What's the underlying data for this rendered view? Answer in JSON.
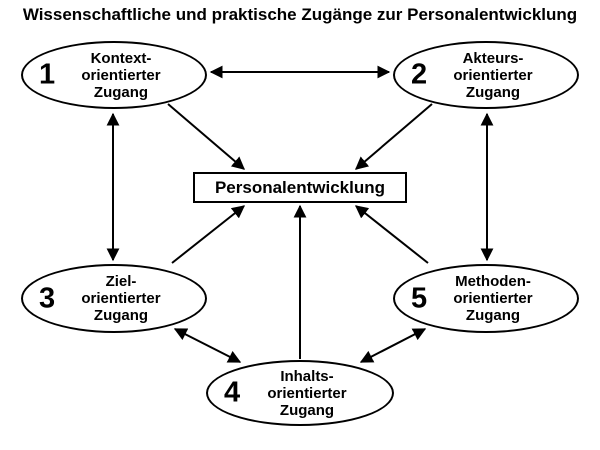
{
  "title": "Wissenschaftliche und praktische Zugänge zur Personalentwicklung",
  "center_box": {
    "label": "Personalentwicklung"
  },
  "nodes": [
    {
      "number": "1",
      "label": "Kontext-\norientierter\nZugang"
    },
    {
      "number": "2",
      "label": "Akteurs-\norientierter\nZugang"
    },
    {
      "number": "3",
      "label": "Ziel-\norientierter\nZugang"
    },
    {
      "number": "4",
      "label": "Inhalts-\norientierter\nZugang"
    },
    {
      "number": "5",
      "label": "Methoden-\norientierter\nZugang"
    }
  ],
  "edges": [
    {
      "from": "1",
      "to": "2",
      "bidirectional": true
    },
    {
      "from": "1",
      "to": "3",
      "bidirectional": true
    },
    {
      "from": "2",
      "to": "5",
      "bidirectional": true
    },
    {
      "from": "3",
      "to": "4",
      "bidirectional": true
    },
    {
      "from": "4",
      "to": "5",
      "bidirectional": true
    },
    {
      "from": "1",
      "to": "Personalentwicklung",
      "bidirectional": false
    },
    {
      "from": "2",
      "to": "Personalentwicklung",
      "bidirectional": false
    },
    {
      "from": "3",
      "to": "Personalentwicklung",
      "bidirectional": false
    },
    {
      "from": "4",
      "to": "Personalentwicklung",
      "bidirectional": false
    },
    {
      "from": "5",
      "to": "Personalentwicklung",
      "bidirectional": false
    }
  ],
  "colors": {
    "ink": "#000000",
    "background": "#ffffff"
  }
}
